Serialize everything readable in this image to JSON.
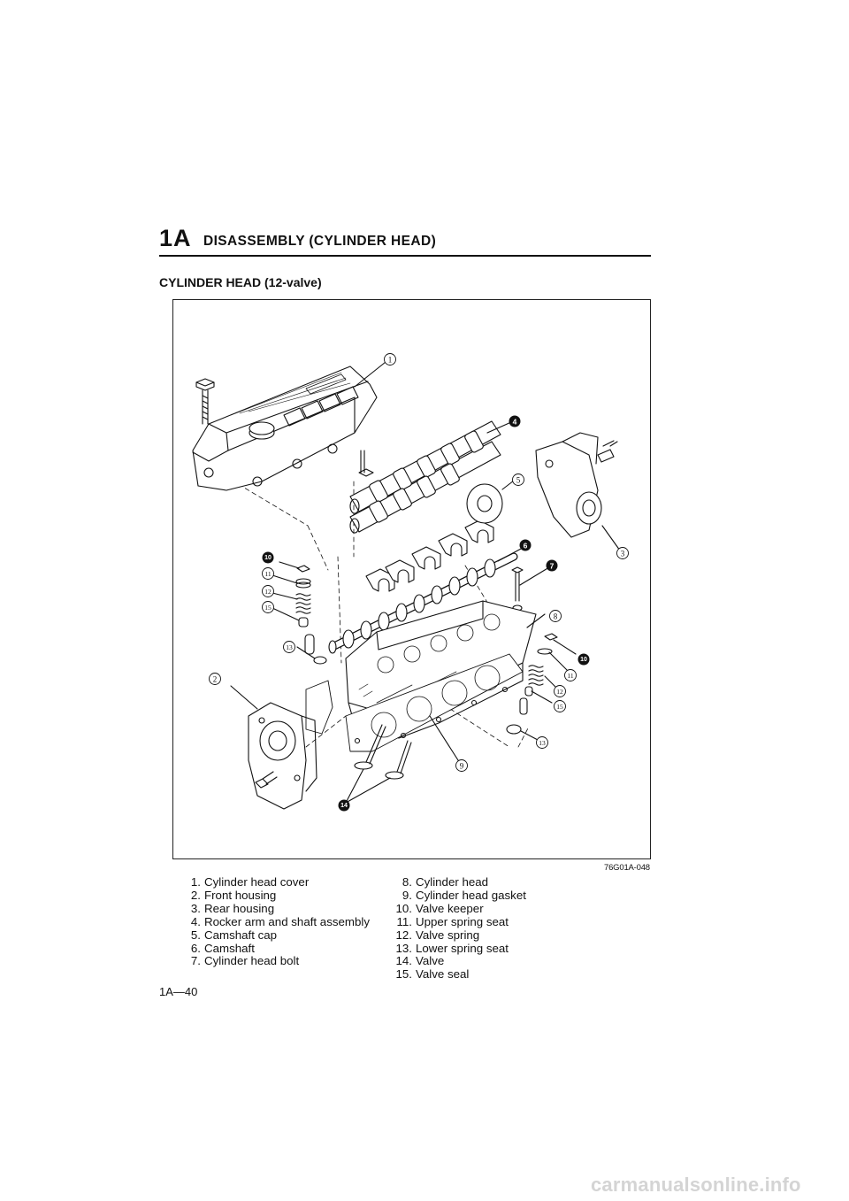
{
  "header": {
    "section_code": "1A",
    "section_title": "DISASSEMBLY (CYLINDER HEAD)"
  },
  "subtitle": "CYLINDER HEAD (12-valve)",
  "figure": {
    "code": "76G01A-048",
    "callouts": {
      "c1": "1",
      "c2": "2",
      "c3": "3",
      "c4": "4",
      "c5": "5",
      "c6": "6",
      "c7": "7",
      "c8": "8",
      "c9": "9",
      "c10": "10",
      "c11": "11",
      "c12": "12",
      "c13": "13",
      "c14": "14",
      "c15": "15"
    }
  },
  "legend": {
    "left": [
      {
        "num": "1.",
        "text": "Cylinder head cover"
      },
      {
        "num": "2.",
        "text": "Front housing"
      },
      {
        "num": "3.",
        "text": "Rear housing"
      },
      {
        "num": "4.",
        "text": "Rocker arm and shaft assembly"
      },
      {
        "num": "5.",
        "text": "Camshaft cap"
      },
      {
        "num": "6.",
        "text": "Camshaft"
      },
      {
        "num": "7.",
        "text": "Cylinder head bolt"
      }
    ],
    "right": [
      {
        "num": "8.",
        "text": "Cylinder head"
      },
      {
        "num": "9.",
        "text": "Cylinder head gasket"
      },
      {
        "num": "10.",
        "text": "Valve keeper"
      },
      {
        "num": "11.",
        "text": "Upper spring seat"
      },
      {
        "num": "12.",
        "text": "Valve spring"
      },
      {
        "num": "13.",
        "text": "Lower spring seat"
      },
      {
        "num": "14.",
        "text": "Valve"
      },
      {
        "num": "15.",
        "text": "Valve seal"
      }
    ]
  },
  "page_number": "1A—40",
  "watermark": "carmanualsonline.info"
}
